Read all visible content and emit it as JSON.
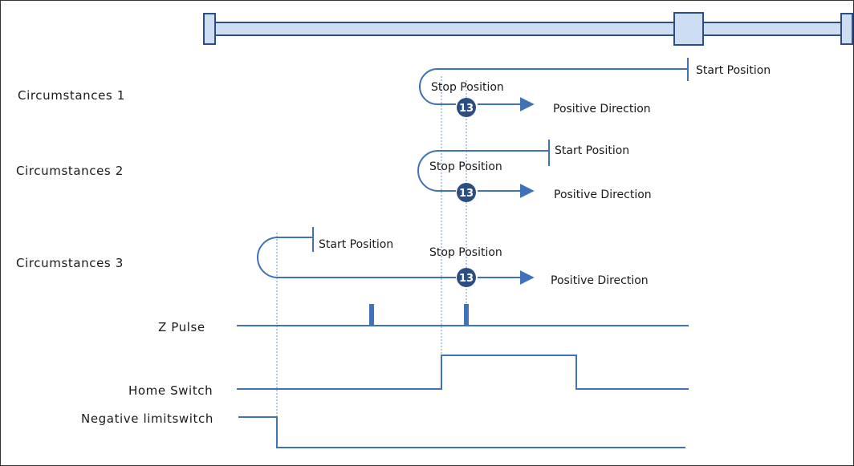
{
  "colors": {
    "line": "#3f72b8",
    "rail_fill": "#cdddf2",
    "rail_stroke": "#2a4f86",
    "marker": "#2b4d84",
    "guide": "#6f93c9"
  },
  "rows": {
    "c1": {
      "label": "Circumstances 1",
      "start": "Start Position",
      "stop": "Stop Position",
      "direction": "Positive Direction",
      "marker": "13"
    },
    "c2": {
      "label": "Circumstances 2",
      "start": "Start Position",
      "stop": "Stop Position",
      "direction": "Positive Direction",
      "marker": "13"
    },
    "c3": {
      "label": "Circumstances 3",
      "start": "Start Position",
      "stop": "Stop Position",
      "direction": "Positive Direction",
      "marker": "13"
    }
  },
  "signals": {
    "z_pulse": "Z Pulse",
    "home_switch": "Home Switch",
    "neg_limit": "Negative limitswitch"
  }
}
